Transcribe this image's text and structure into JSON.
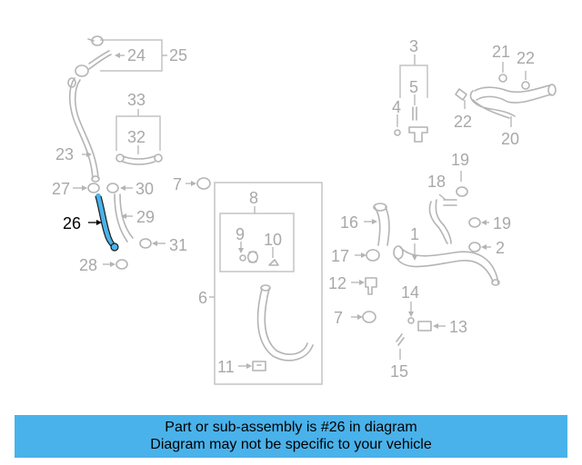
{
  "diagram": {
    "highlight_color": "#4ab2ea",
    "label_color": "#a8a8a8",
    "labels": {
      "n1": "1",
      "n2": "2",
      "n3": "3",
      "n4": "4",
      "n5": "5",
      "n6": "6",
      "n7a": "7",
      "n7b": "7",
      "n8": "8",
      "n9": "9",
      "n10": "10",
      "n11": "11",
      "n12": "12",
      "n13": "13",
      "n14": "14",
      "n15": "15",
      "n16": "16",
      "n17": "17",
      "n18": "18",
      "n19a": "19",
      "n19b": "19",
      "n20": "20",
      "n21": "21",
      "n22a": "22",
      "n22b": "22",
      "n23": "23",
      "n24": "24",
      "n25": "25",
      "n26": "26",
      "n27": "27",
      "n28": "28",
      "n29": "29",
      "n30": "30",
      "n31": "31",
      "n32": "32",
      "n33": "33"
    }
  },
  "banner": {
    "line1": "Part or sub-assembly is #26 in diagram",
    "line2": "Diagram may not be specific to your vehicle"
  }
}
